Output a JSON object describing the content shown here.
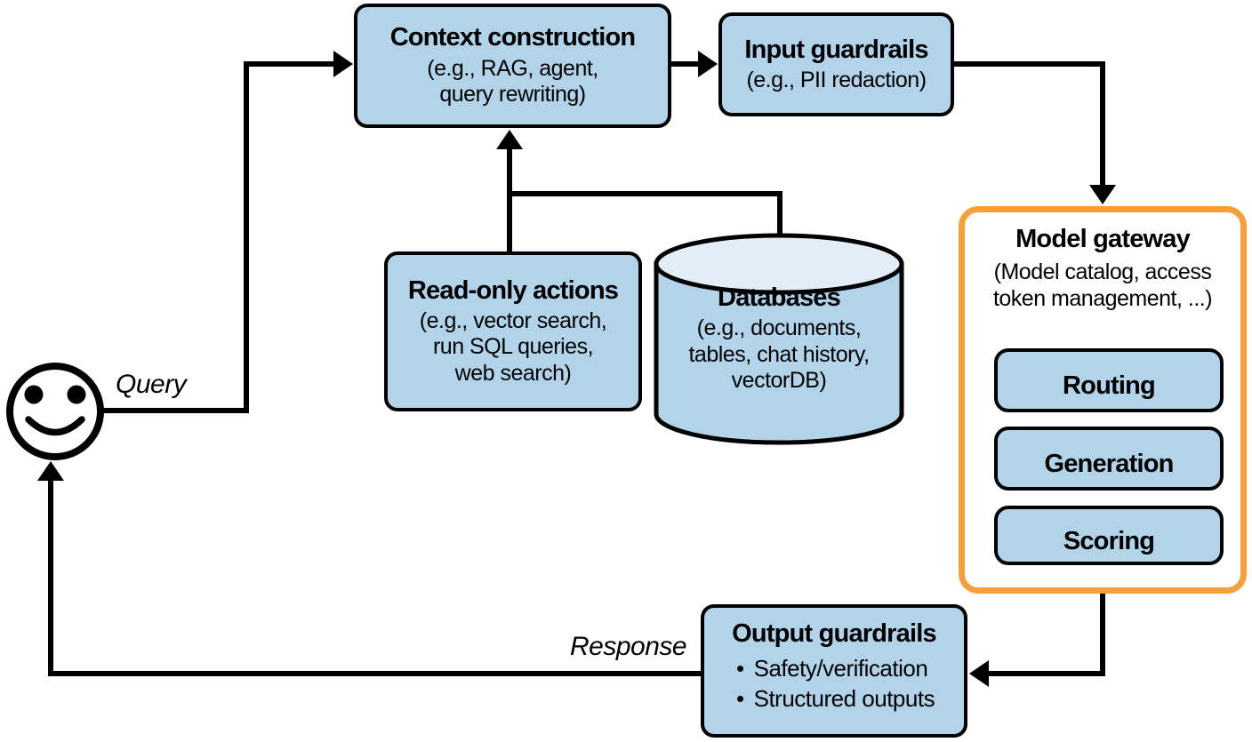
{
  "colors": {
    "node_fill": "#B2D3E9",
    "cylinder_top": "#E2EDF6",
    "gateway_border": "#F5A03E",
    "line": "#000000"
  },
  "labels": {
    "query": "Query",
    "response": "Response"
  },
  "nodes": {
    "context_construction": {
      "title": "Context construction",
      "subtitle": "(e.g., RAG, agent,\nquery rewriting)"
    },
    "input_guardrails": {
      "title": "Input guardrails",
      "subtitle": "(e.g., PII redaction)"
    },
    "model_gateway": {
      "title": "Model gateway",
      "subtitle": "(Model catalog, access\ntoken management, ...)",
      "components": [
        "Routing",
        "Generation",
        "Scoring"
      ]
    },
    "read_only_actions": {
      "title": "Read-only actions",
      "subtitle": "(e.g., vector search,\nrun SQL queries,\nweb search)"
    },
    "databases": {
      "title": "Databases",
      "subtitle": "(e.g., documents,\ntables, chat history,\nvectorDB)"
    },
    "output_guardrails": {
      "title": "Output guardrails",
      "bullet": "•",
      "items": [
        "Safety/verification",
        "Structured outputs"
      ]
    }
  }
}
